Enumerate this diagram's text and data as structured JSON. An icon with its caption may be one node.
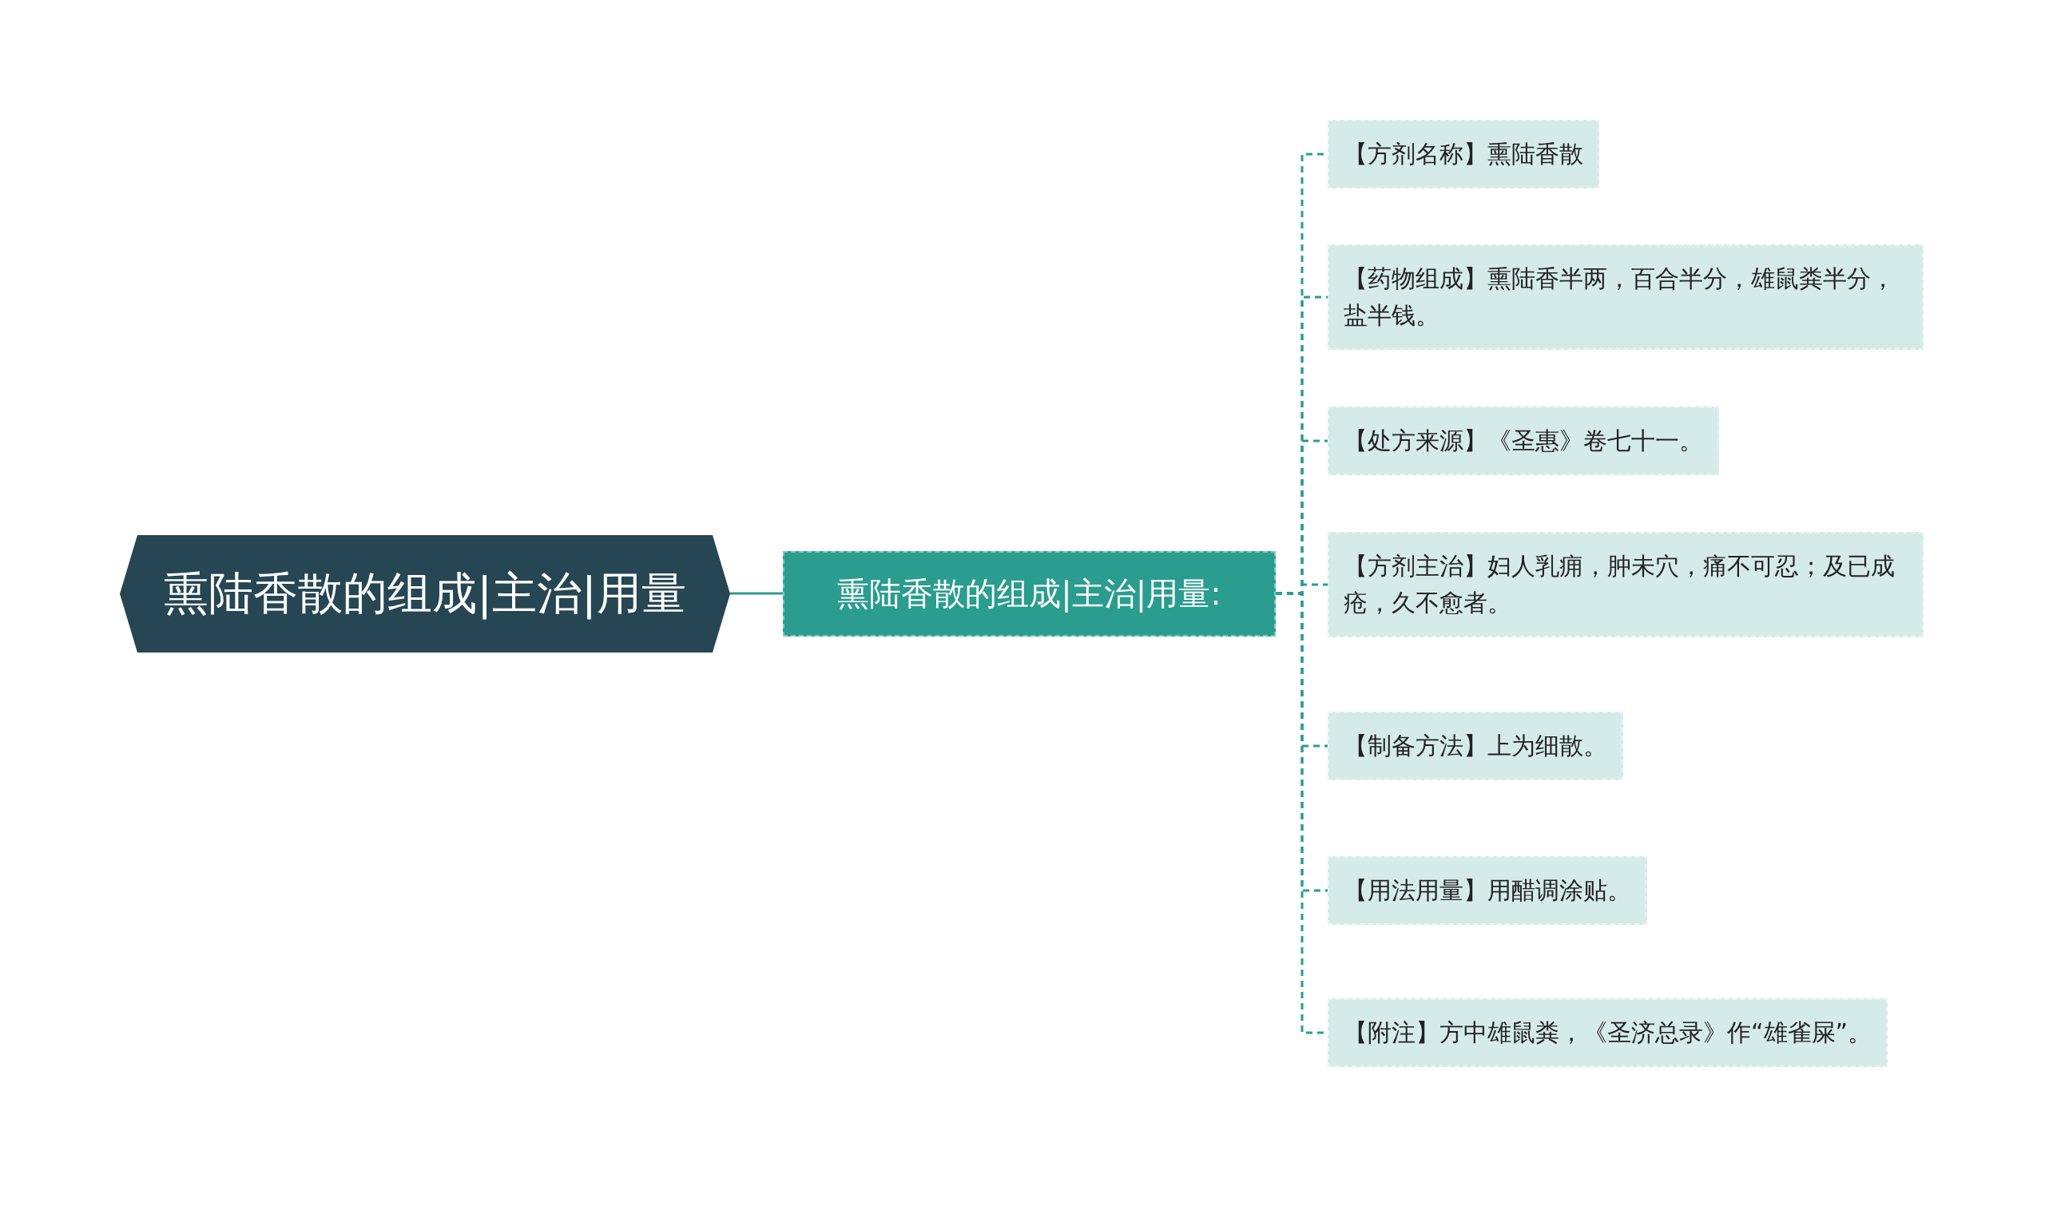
{
  "diagram": {
    "nodes": [
      {
        "text": [
          "熏陆香散的组成|主治|用量"
        ]
      },
      {
        "text": [
          "熏陆香散的组成|主治|用量:"
        ]
      },
      {
        "text": [
          "【方剂名称】熏陆香散"
        ]
      },
      {
        "text": [
          "【药物组成】熏陆香半两，百合半分，雄鼠粪半分，盐半钱。"
        ]
      },
      {
        "text": [
          "【处方来源】《圣惠》卷七十一。"
        ]
      },
      {
        "text": [
          "【方剂主治】妇人乳痈，肿未穴，痛不可忍；及已成疮，久不愈者。"
        ]
      },
      {
        "text": [
          "【制备方法】上为细散。"
        ]
      },
      {
        "text": [
          "【用法用量】用醋调涂贴。"
        ]
      },
      {
        "text": [
          "【附注】方中雄鼠粪，《圣济总录》作“雄雀屎”。"
        ]
      }
    ],
    "edges": [
      {
        "from": 0,
        "to": 1,
        "arrow": "none"
      },
      {
        "from": 1,
        "to": 2,
        "arrow": "none",
        "style": "dashed"
      },
      {
        "from": 1,
        "to": 3,
        "arrow": "none",
        "style": "dashed"
      },
      {
        "from": 1,
        "to": 4,
        "arrow": "none",
        "style": "dashed"
      },
      {
        "from": 1,
        "to": 5,
        "arrow": "none",
        "style": "dashed"
      },
      {
        "from": 1,
        "to": 6,
        "arrow": "none",
        "style": "dashed"
      },
      {
        "from": 1,
        "to": 7,
        "arrow": "none",
        "style": "dashed"
      },
      {
        "from": 1,
        "to": 8,
        "arrow": "none",
        "style": "dashed"
      }
    ]
  }
}
